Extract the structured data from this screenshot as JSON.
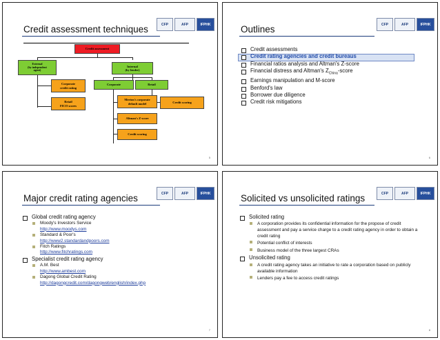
{
  "slides": [
    {
      "title": "Credit assessment techniques",
      "page": "5",
      "diagram": {
        "root": "Credit assessment",
        "external": "External\n(by independent\nagent)",
        "internal": "Internal\n(by lender)",
        "corp_rating": "Corporate\ncredit rating",
        "retail_fico": "Retail\nFICO scores",
        "corporate": "Corporate",
        "retail": "Retail",
        "merton": "Merton's corporate\ndefault model",
        "altman": "Altman's Z-score",
        "credit_scoring_left": "Credit scoring",
        "credit_scoring_right": "Credit scoring"
      }
    },
    {
      "title": "Outlines",
      "page": "6",
      "items": [
        "Credit assessments",
        "Credit rating agencies and credit bureaus",
        "Financial ratios analysis and Altman's Z-score",
        "Earnings manipulation and M-score",
        "Benford's law",
        "Borrower due diligence",
        "Credit risk mitigations"
      ],
      "distress": {
        "prefix": "Financial distress and Altman's Z",
        "subscript": "China",
        "suffix": "-score"
      }
    },
    {
      "title": "Major credit rating agencies",
      "page": "7",
      "global_label": "Global credit rating agency",
      "global": [
        {
          "name": "Moody's Investors Service",
          "url": "http://www.moodys.com"
        },
        {
          "name": "Standard & Poor's",
          "url": "http://www2.standardandpoors.com"
        },
        {
          "name": "Fitch Ratings",
          "url": "http://www.fitchratings.com"
        }
      ],
      "specialist_label": "Specialist credit rating agency",
      "specialist": [
        {
          "name": "A.M. Best",
          "url": "http://www.ambest.com"
        },
        {
          "name": "Dagong Global Credit Rating",
          "url": "http://dagongcredit.com/dagongweb/english/index.php"
        }
      ]
    },
    {
      "title": "Solicited vs unsolicited ratings",
      "page": "8",
      "solicited_label": "Solicited rating",
      "solicited": [
        "A corporation provides its confidential information for the propose of credit assessment and pay a service charge to a credit rating agency in order to obtain a credit rating",
        "Potential conflict of interests",
        "Business model of the three largest CRAs"
      ],
      "unsolicited_label": "Unsolicited rating",
      "unsolicited": [
        "A credit rating agency takes an initiative to rate a corporation based on publicly available information",
        "Lenders pay a fee to access credit ratings"
      ]
    }
  ],
  "logos": {
    "cfp": "CFP",
    "afp": "AFP",
    "ifphk": "IFPHK"
  },
  "colors": {
    "title_rule": "#1a3a7a",
    "highlight": "#1f4aa8",
    "red": "#ee1c24",
    "green": "#7ecd34",
    "orange": "#f6a21b"
  }
}
